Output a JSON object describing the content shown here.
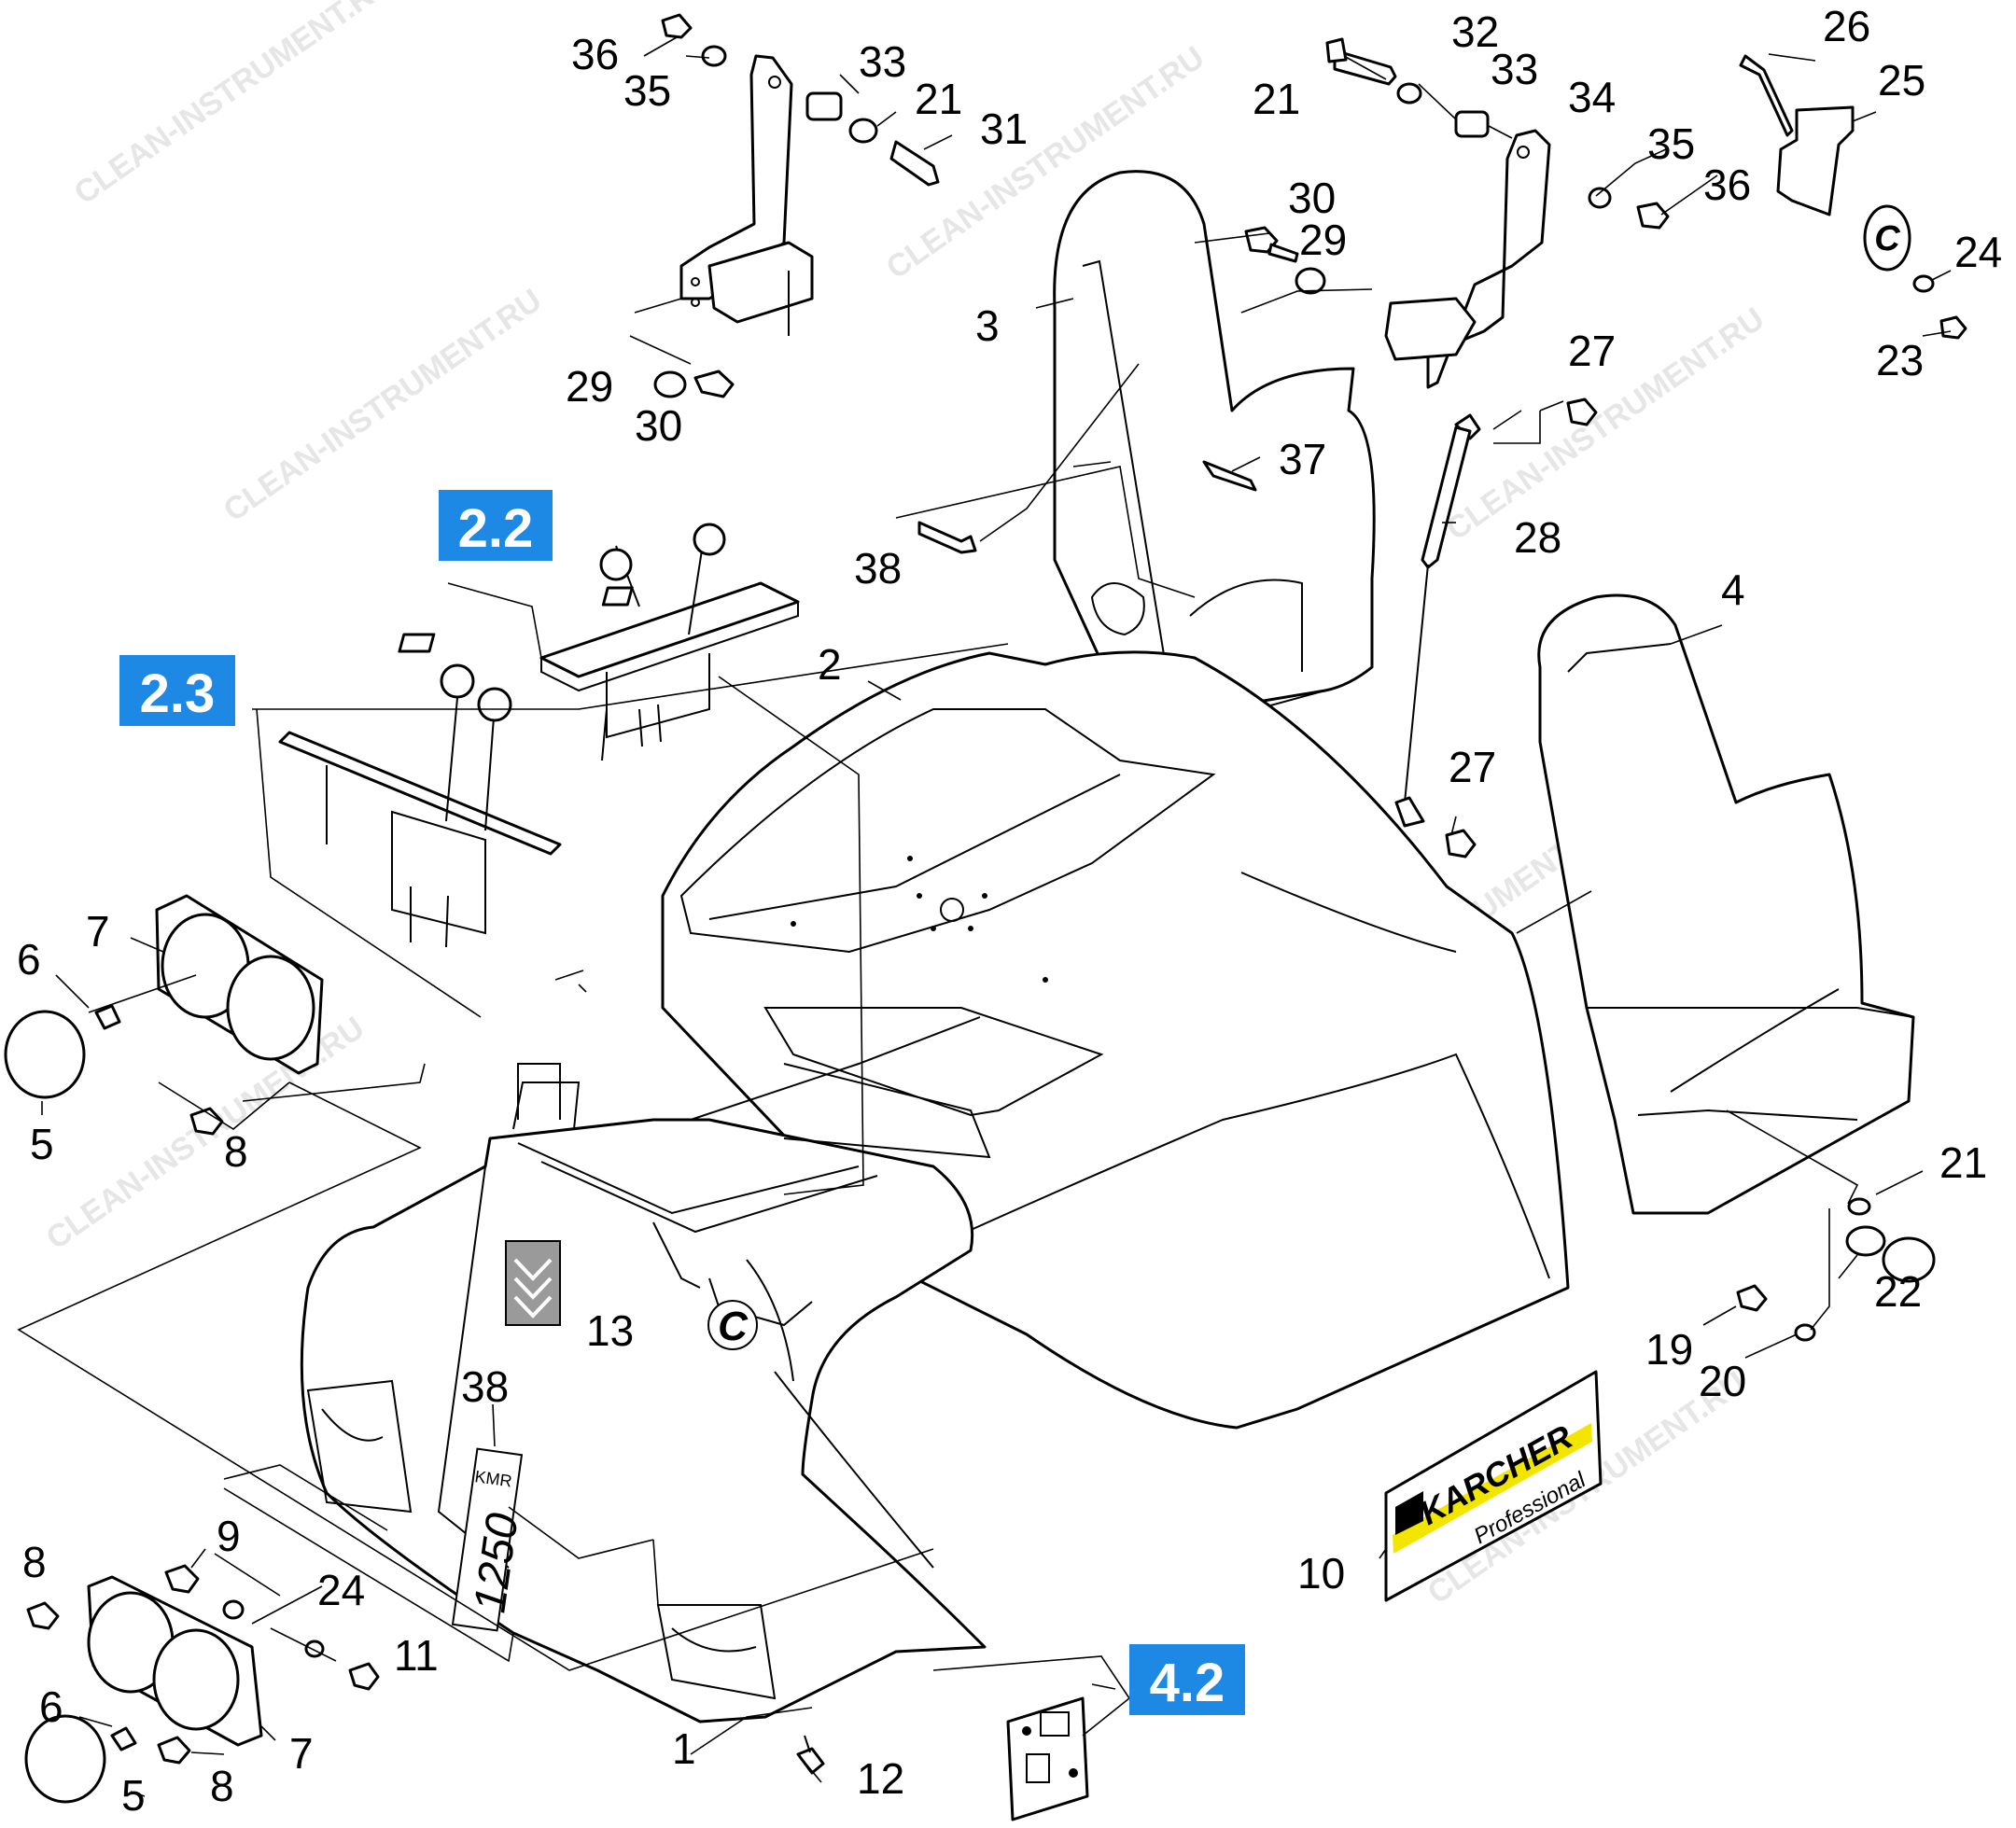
{
  "watermark": "CLEAN-INSTRUMENT.RU",
  "callouts": [
    {
      "id": "c22",
      "label": "2.2"
    },
    {
      "id": "c23",
      "label": "2.3"
    },
    {
      "id": "c42",
      "label": "4.2"
    }
  ],
  "part_numbers": [
    "36",
    "35",
    "33",
    "21",
    "31",
    "29",
    "30",
    "3",
    "37",
    "38",
    "2",
    "32",
    "34",
    "26",
    "25",
    "24",
    "23",
    "27",
    "28",
    "4",
    "7",
    "6",
    "5",
    "8",
    "13",
    "9",
    "11",
    "12",
    "1",
    "10",
    "22",
    "19",
    "20"
  ],
  "decals": {
    "brand": "KARCHER",
    "brand_sub": "Professional",
    "model_prefix": "KMR",
    "model_number": "1250",
    "c_mark": "C"
  },
  "colors": {
    "callout": "#1e88e5",
    "brand_yellow": "#f2e600",
    "decal_grey": "#9a9a9a"
  }
}
